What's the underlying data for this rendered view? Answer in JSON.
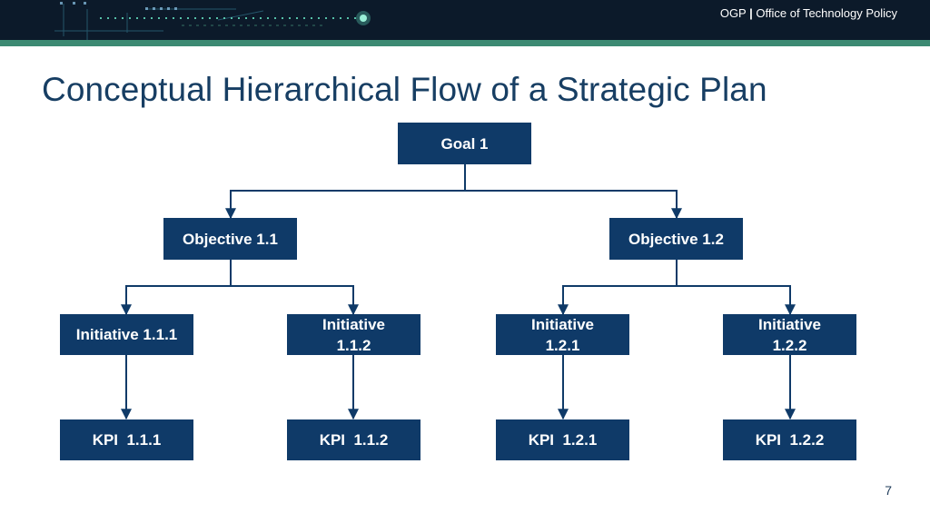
{
  "header": {
    "org_short": "OGP",
    "org_long": "Office of Technology Policy",
    "colors": {
      "banner": "#0c1a2a",
      "stripe": "#3d8a73",
      "circuit": "#5fd3b6"
    }
  },
  "slide": {
    "title": "Conceptual Hierarchical Flow of a Strategic Plan",
    "page_number": "7",
    "colors": {
      "title": "#173e63",
      "box": "#0f3a68",
      "connector": "#0f3a68"
    }
  },
  "diagram": {
    "goal": {
      "label": "Goal 1"
    },
    "objectives": [
      {
        "label": "Objective 1.1"
      },
      {
        "label": "Objective 1.2"
      }
    ],
    "initiatives": [
      {
        "label": "Initiative 1.1.1"
      },
      {
        "label": "Initiative 1.1.2"
      },
      {
        "label": "Initiative 1.2.1"
      },
      {
        "label": "Initiative 1.2.2"
      }
    ],
    "kpis": [
      {
        "label": "KPI  1.1.1"
      },
      {
        "label": "KPI  1.1.2"
      },
      {
        "label": "KPI  1.2.1"
      },
      {
        "label": "KPI  1.2.2"
      }
    ]
  }
}
